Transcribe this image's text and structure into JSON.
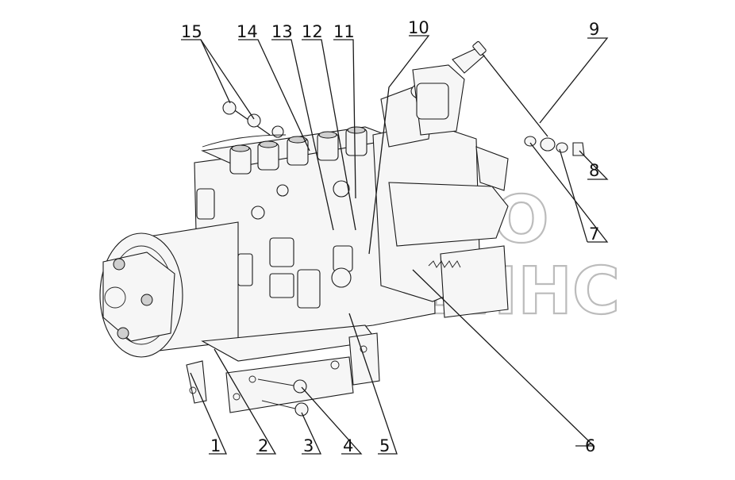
{
  "diagram": {
    "watermark_line1": "АВТО",
    "watermark_line2": "АЛЬЯНС",
    "callouts": [
      {
        "id": "c1",
        "label": "1"
      },
      {
        "id": "c2",
        "label": "2"
      },
      {
        "id": "c3",
        "label": "3"
      },
      {
        "id": "c4",
        "label": "4"
      },
      {
        "id": "c5",
        "label": "5"
      },
      {
        "id": "c6",
        "label": "6"
      },
      {
        "id": "c7",
        "label": "7"
      },
      {
        "id": "c8",
        "label": "8"
      },
      {
        "id": "c9",
        "label": "9"
      },
      {
        "id": "c10",
        "label": "10"
      },
      {
        "id": "c11",
        "label": "11"
      },
      {
        "id": "c12",
        "label": "12"
      },
      {
        "id": "c13",
        "label": "13"
      },
      {
        "id": "c14",
        "label": "14"
      },
      {
        "id": "c15",
        "label": "15"
      }
    ]
  }
}
